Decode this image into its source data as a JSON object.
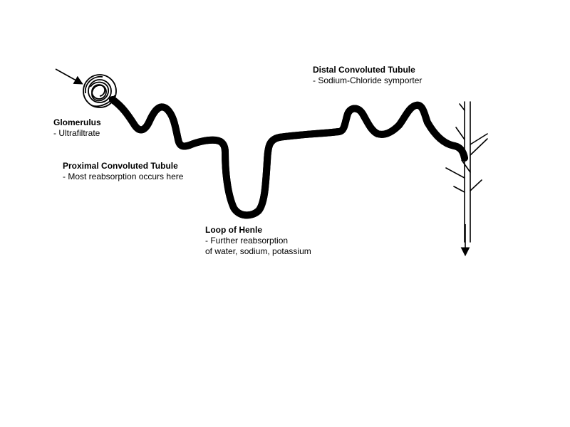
{
  "labels": {
    "glomerulus": {
      "title": "Glomerulus",
      "lines": [
        " - Ultrafiltrate"
      ]
    },
    "proximal_tubule": {
      "title": "Proximal Convoluted Tubule",
      "lines": [
        " - Most reabsorption occurs here"
      ]
    },
    "loop_of_henle": {
      "title": "Loop of Henle",
      "lines": [
        " - Further reabsorption",
        "of water, sodium, potassium"
      ]
    },
    "distal_tubule": {
      "title": "Distal Convoluted Tubule",
      "lines": [
        " - Sodium-Chloride symporter"
      ]
    }
  }
}
